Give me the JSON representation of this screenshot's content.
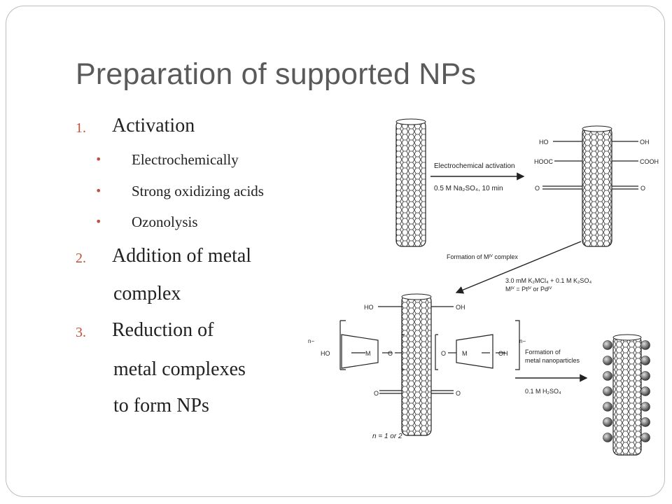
{
  "slide": {
    "title": "Preparation of supported NPs",
    "items": [
      {
        "number": "1.",
        "text": "Activation",
        "bullets": [
          "Electrochemically",
          "Strong oxidizing acids",
          "Ozonolysis"
        ]
      },
      {
        "number": "2.",
        "text": "Addition of metal",
        "continuation": "complex"
      },
      {
        "number": "3.",
        "text": "Reduction of",
        "continuation": [
          "metal complexes",
          "to form NPs"
        ]
      }
    ]
  },
  "diagram": {
    "step1": {
      "label": "Electrochemical activation",
      "condition": "0.5 M Na₂SO₄, 10 min"
    },
    "step2": {
      "label": "Formation of Mᴵⱽ complex",
      "condition1": "3.0 mM K₂MCl₄ + 0.1 M K₂SO₄",
      "condition2": "Mᴵⱽ = Ptᴵⱽ or Pdᴵⱽ"
    },
    "step3": {
      "label1": "Formation of",
      "label2": "metal nanoparticles",
      "condition": "0.1 M H₂SO₄"
    },
    "groups": {
      "ho": "HO",
      "oh": "OH",
      "hooc": "HOOC",
      "cooh": "COOH",
      "o": "O",
      "m": "M",
      "n_minus": "n−"
    },
    "n_note": "n = 1 or 2"
  }
}
